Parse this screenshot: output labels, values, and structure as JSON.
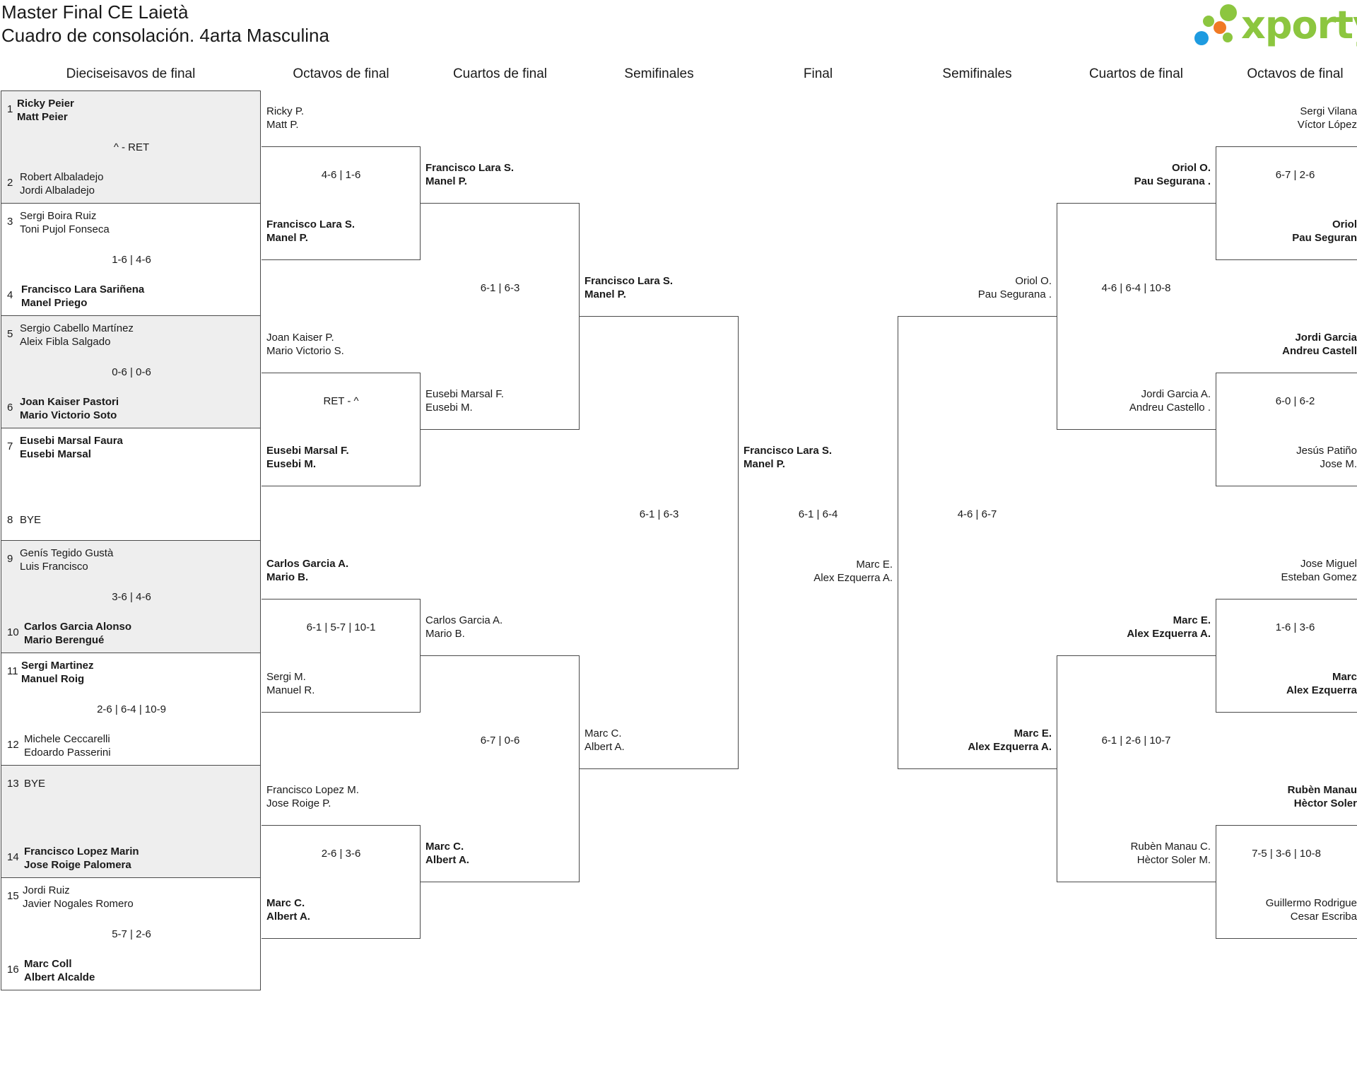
{
  "header": {
    "title_line1": "Master Final CE Laietà",
    "title_line2": "Cuadro de consolación. 4arta Masculina",
    "brand": "xporty"
  },
  "colors": {
    "accent_green": "#8cc63f",
    "dot_blue": "#1e9be0",
    "dot_orange": "#f07a24",
    "shade": "#eeeeee",
    "line": "#4a4a4a"
  },
  "rounds": {
    "left": [
      "Dieciseisavos de final",
      "Octavos de final",
      "Cuartos de final",
      "Semifinales"
    ],
    "center": "Final",
    "right": [
      "Semifinales",
      "Cuartos de final",
      "Octavos de final"
    ]
  },
  "first_round": [
    {
      "top": {
        "seed": "1",
        "p1": "Ricky Peier",
        "p2": "Matt Peier"
      },
      "score": "^ - RET",
      "bottom": {
        "seed": "2",
        "p1": "Robert Albaladejo",
        "p2": "Jordi Albaladejo"
      }
    },
    {
      "top": {
        "seed": "3",
        "p1": "Sergi Boira Ruiz",
        "p2": "Toni Pujol Fonseca"
      },
      "score": "1-6 | 4-6",
      "bottom": {
        "seed": "4",
        "p1": "Francisco Lara Sariñena",
        "p2": "Manel Priego"
      }
    },
    {
      "top": {
        "seed": "5",
        "p1": "Sergio Cabello Martínez",
        "p2": "Aleix Fibla Salgado"
      },
      "score": "0-6 | 0-6",
      "bottom": {
        "seed": "6",
        "p1": "Joan Kaiser Pastori",
        "p2": "Mario Victorio Soto"
      }
    },
    {
      "top": {
        "seed": "7",
        "p1": "Eusebi Marsal Faura",
        "p2": "Eusebi Marsal"
      },
      "score": "",
      "bottom": {
        "seed": "8",
        "p1": "BYE",
        "p2": ""
      }
    },
    {
      "top": {
        "seed": "9",
        "p1": "Genís Tegido Gustà",
        "p2": "Luis Francisco"
      },
      "score": "3-6 | 4-6",
      "bottom": {
        "seed": "10",
        "p1": "Carlos Garcia Alonso",
        "p2": "Mario Berengué"
      }
    },
    {
      "top": {
        "seed": "11",
        "p1": "Sergi Martinez",
        "p2": "Manuel Roig"
      },
      "score": "2-6 | 6-4 | 10-9",
      "bottom": {
        "seed": "12",
        "p1": "Michele Ceccarelli",
        "p2": "Edoardo Passerini"
      }
    },
    {
      "top": {
        "seed": "13",
        "p1": "BYE",
        "p2": ""
      },
      "score": "",
      "bottom": {
        "seed": "14",
        "p1": "Francisco Lopez Marin",
        "p2": "Jose Roige Palomera"
      }
    },
    {
      "top": {
        "seed": "15",
        "p1": "Jordi Ruiz",
        "p2": "Javier Nogales Romero"
      },
      "score": "5-7 | 2-6",
      "bottom": {
        "seed": "16",
        "p1": "Marc Coll",
        "p2": "Albert Alcalde"
      }
    }
  ],
  "left_octavos": [
    {
      "top": {
        "p1": "Ricky P.",
        "p2": "Matt P."
      },
      "score": "4-6 | 1-6",
      "bottom": {
        "p1": "Francisco Lara S.",
        "p2": "Manel P."
      }
    },
    {
      "top": {
        "p1": "Joan Kaiser P.",
        "p2": "Mario Victorio S."
      },
      "score": "RET - ^",
      "bottom": {
        "p1": "Eusebi Marsal F.",
        "p2": "Eusebi M."
      }
    },
    {
      "top": {
        "p1": "Carlos Garcia A.",
        "p2": "Mario B."
      },
      "score": "6-1 | 5-7 | 10-1",
      "bottom": {
        "p1": "Sergi M.",
        "p2": "Manuel R."
      }
    },
    {
      "top": {
        "p1": "Francisco Lopez M.",
        "p2": "Jose Roige P."
      },
      "score": "2-6 | 3-6",
      "bottom": {
        "p1": "Marc C.",
        "p2": "Albert A."
      }
    }
  ],
  "left_cuartos": [
    {
      "top": {
        "p1": "Francisco Lara S.",
        "p2": "Manel P."
      },
      "score": "6-1 | 6-3",
      "bottom": {
        "p1": "Eusebi Marsal F.",
        "p2": "Eusebi M."
      }
    },
    {
      "top": {
        "p1": "Carlos Garcia A.",
        "p2": "Mario B."
      },
      "score": "6-7 | 0-6",
      "bottom": {
        "p1": "Marc C.",
        "p2": "Albert A."
      }
    }
  ],
  "left_semis": {
    "top": {
      "p1": "Francisco Lara S.",
      "p2": "Manel P."
    },
    "score": "6-1 | 6-3",
    "bottom": {
      "p1": "Marc C.",
      "p2": "Albert A."
    }
  },
  "final": {
    "top": {
      "p1": "Francisco Lara S.",
      "p2": "Manel P."
    },
    "score": "6-1 | 6-4",
    "bottom": {
      "p1": "Marc E.",
      "p2": "Alex Ezquerra A."
    }
  },
  "right_semis": {
    "top": {
      "p1": "Oriol O.",
      "p2": "Pau Segurana ."
    },
    "score": "4-6 | 6-7",
    "bottom": {
      "p1": "Marc E.",
      "p2": "Alex Ezquerra A."
    }
  },
  "right_cuartos": [
    {
      "top": {
        "p1": "Oriol O.",
        "p2": "Pau Segurana ."
      },
      "score": "4-6 | 6-4 | 10-8",
      "bottom": {
        "p1": "Jordi Garcia A.",
        "p2": "Andreu Castello ."
      }
    },
    {
      "top": {
        "p1": "Marc E.",
        "p2": "Alex Ezquerra A."
      },
      "score": "6-1 | 2-6 | 10-7",
      "bottom": {
        "p1": "Rubèn Manau C.",
        "p2": "Hèctor Soler M."
      }
    }
  ],
  "right_octavos": [
    {
      "top": {
        "p1": "Sergi Vilana",
        "p2": "Víctor López"
      },
      "score": "6-7 | 2-6",
      "bottom": {
        "p1": "Oriol",
        "p2": "Pau Seguran"
      }
    },
    {
      "top": {
        "p1": "Jordi Garcia",
        "p2": "Andreu Castell"
      },
      "score": "6-0 | 6-2",
      "bottom": {
        "p1": "Jesús Patiño",
        "p2": "Jose M."
      }
    },
    {
      "top": {
        "p1": "Jose Miguel",
        "p2": "Esteban Gomez"
      },
      "score": "1-6 | 3-6",
      "bottom": {
        "p1": "Marc",
        "p2": "Alex Ezquerra"
      }
    },
    {
      "top": {
        "p1": "Rubèn Manau",
        "p2": "Hèctor Soler"
      },
      "score": "7-5 | 3-6 | 10-8",
      "bottom": {
        "p1": "Guillermo Rodrigue",
        "p2": "Cesar Escriba"
      }
    }
  ]
}
